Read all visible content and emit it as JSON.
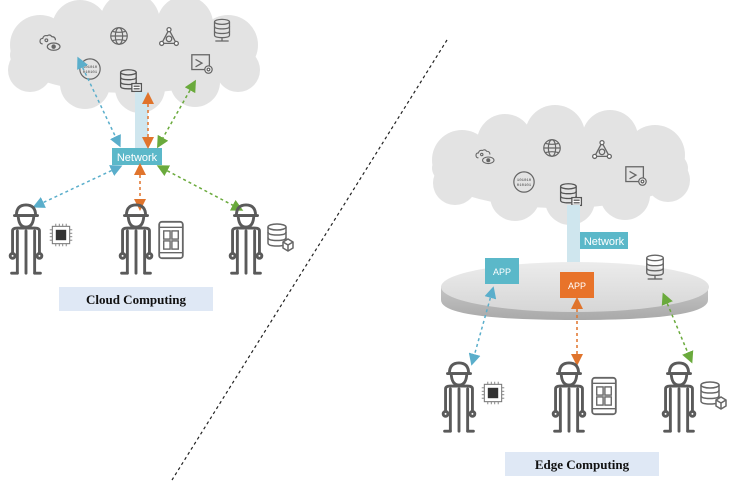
{
  "cloud_section": {
    "network_label": "Network",
    "caption": "Cloud Computing"
  },
  "edge_section": {
    "network_label": "Network",
    "app_labels": [
      "APP",
      "APP"
    ],
    "caption": "Edge Computing"
  },
  "icons": {
    "binary_text_line1": "101010",
    "binary_text_line2": "010101"
  },
  "colors": {
    "cloud_fill": "#e3e3e3",
    "network_box": "#5bb8c9",
    "pipe": "#cfe6ee",
    "app_teal": "#5bb8c9",
    "app_orange": "#e8732a",
    "arrow_blue": "#5aaecb",
    "arrow_orange": "#e0742c",
    "arrow_green": "#6aaa3c",
    "caption_bg": "#dfe8f5",
    "person": "#5a5a5a"
  }
}
